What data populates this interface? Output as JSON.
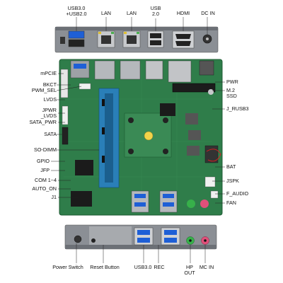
{
  "labels": {
    "top": {
      "usb30_usb20": "USB3.0\n+USB2.0",
      "lan1": "LAN",
      "lan2": "LAN",
      "usb20": "USB\n2.0",
      "hdmi": "HDMI",
      "dc_in": "DC IN"
    },
    "left": {
      "mpcie": "mPCIE",
      "bkct": "BKCT",
      "pwm_sel": "PWM_SEL",
      "lvds": "LVDS",
      "jpwr_lvds": "JPWR\n_LVDS",
      "sata_pwr": "SATA_PWR",
      "sata": "SATA",
      "so_dimm": "SO-DIMM",
      "gpio": "GPIO",
      "jfp": "JFP",
      "com": "COM 1~4",
      "auto_on": "AUTO_ON",
      "j1": "J1"
    },
    "right": {
      "pwr": "PWR",
      "m2_ssd": "M.2\nSSD",
      "j_rusb3": "J_RUSB3",
      "bat": "BAT",
      "jspk": "JSPK",
      "f_audio": "F_AUDIO",
      "fan": "FAN"
    },
    "bottom": {
      "power_switch": "Power Switch",
      "reset_button": "Reset Button",
      "usb30": "USB3.0",
      "rec": "REC",
      "hp_out": "HP\nOUT",
      "mc_in": "MC IN"
    }
  },
  "colors": {
    "pcb": "#2f7d4a",
    "usb_blue": "#1e5fd6",
    "metal": "#b9bcc0",
    "panel": "#7a7e84",
    "audio_green": "#37b04a",
    "audio_pink": "#e0507a",
    "sodimm": "#2a7fb8"
  }
}
